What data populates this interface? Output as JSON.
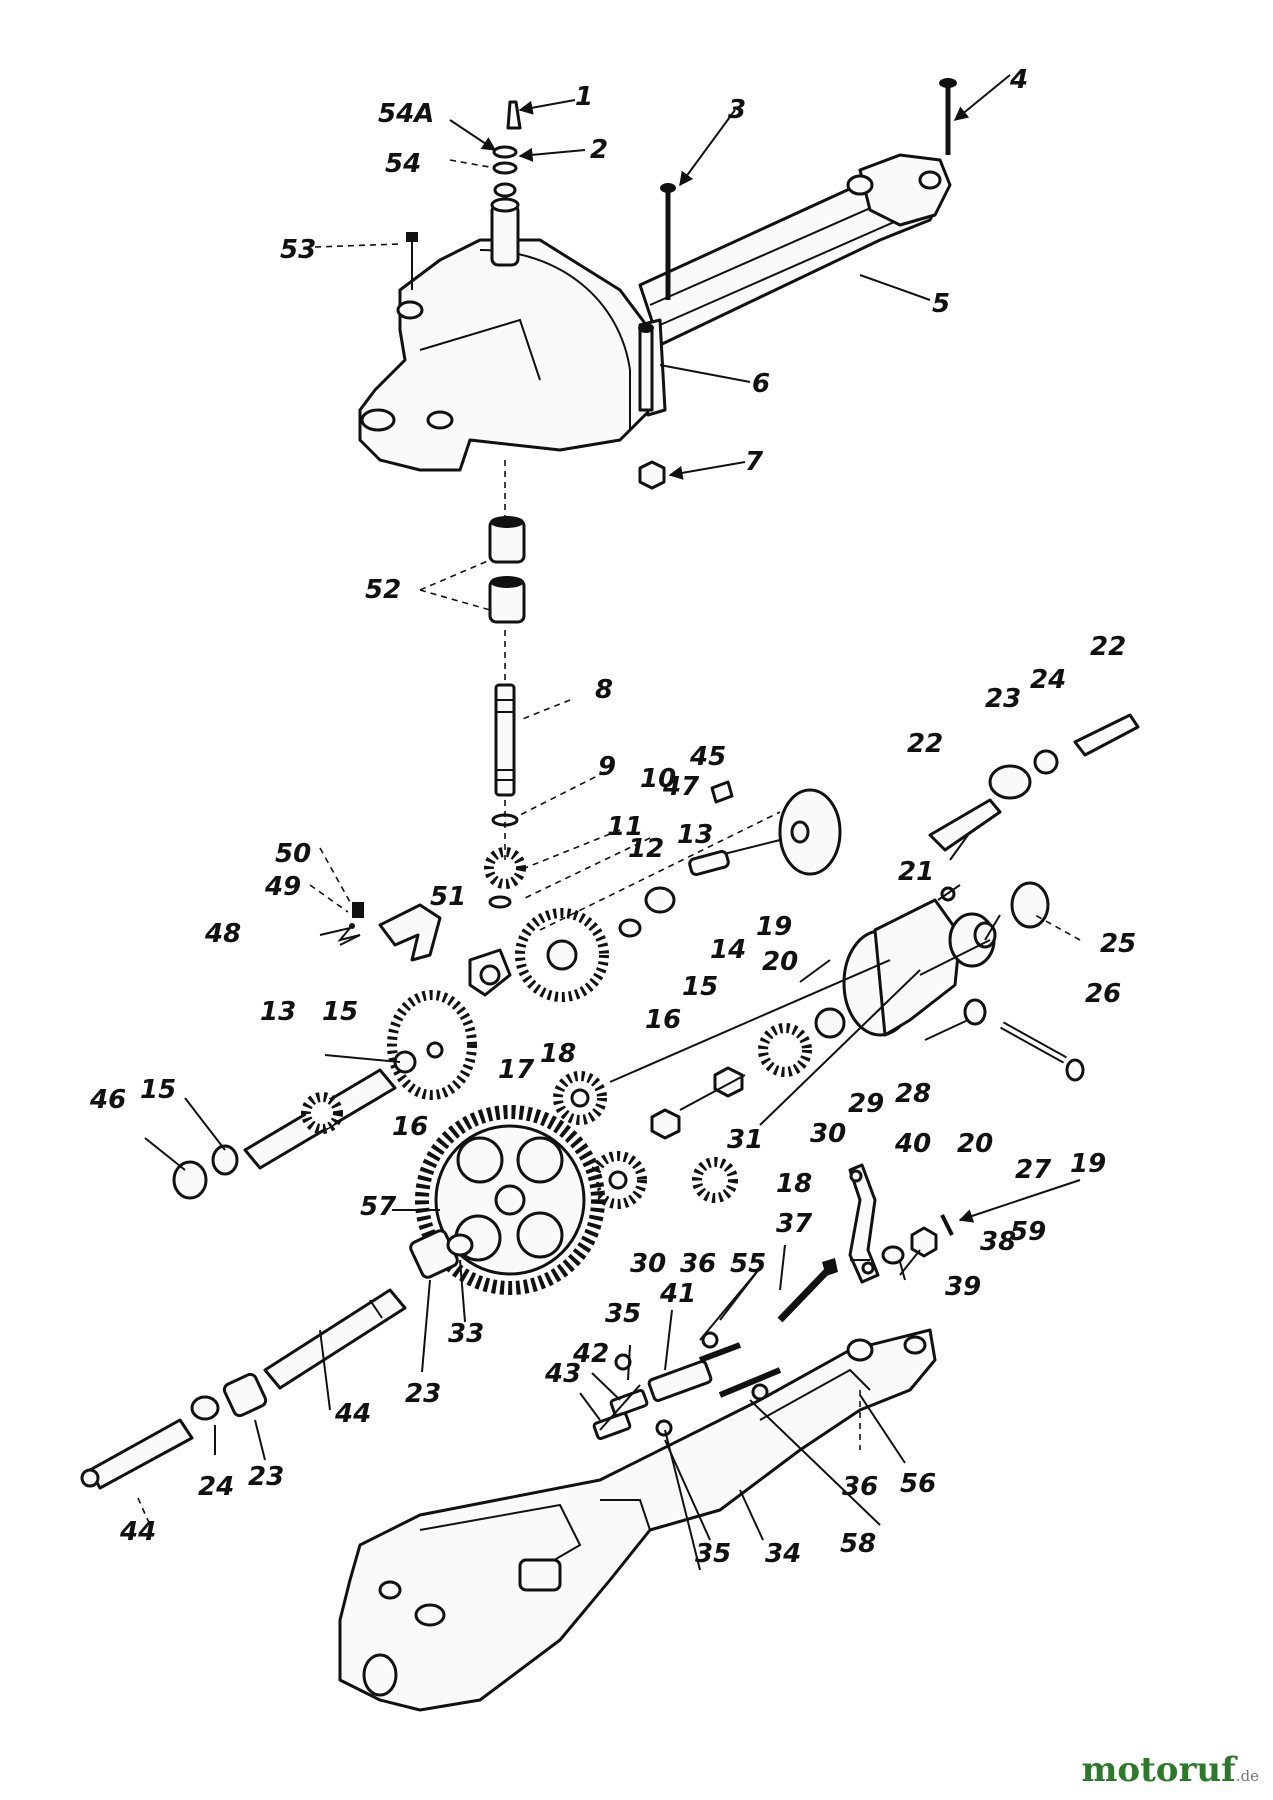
{
  "diagram": {
    "type": "exploded-parts-diagram",
    "labels": [
      "1",
      "2",
      "3",
      "4",
      "5",
      "6",
      "7",
      "8",
      "9",
      "10",
      "11",
      "12",
      "13",
      "13",
      "14",
      "15",
      "15",
      "15",
      "16",
      "16",
      "17",
      "18",
      "18",
      "19",
      "19",
      "20",
      "20",
      "21",
      "22",
      "22",
      "23",
      "23",
      "23",
      "24",
      "24",
      "25",
      "26",
      "27",
      "28",
      "29",
      "30",
      "30",
      "31",
      "33",
      "34",
      "35",
      "35",
      "36",
      "36",
      "37",
      "38",
      "39",
      "40",
      "41",
      "42",
      "43",
      "44",
      "44",
      "45",
      "46",
      "47",
      "48",
      "49",
      "50",
      "51",
      "52",
      "53",
      "54",
      "54A",
      "55",
      "56",
      "57",
      "58",
      "59"
    ]
  },
  "watermark": {
    "brand": "motoruf",
    "tld": ".de"
  }
}
